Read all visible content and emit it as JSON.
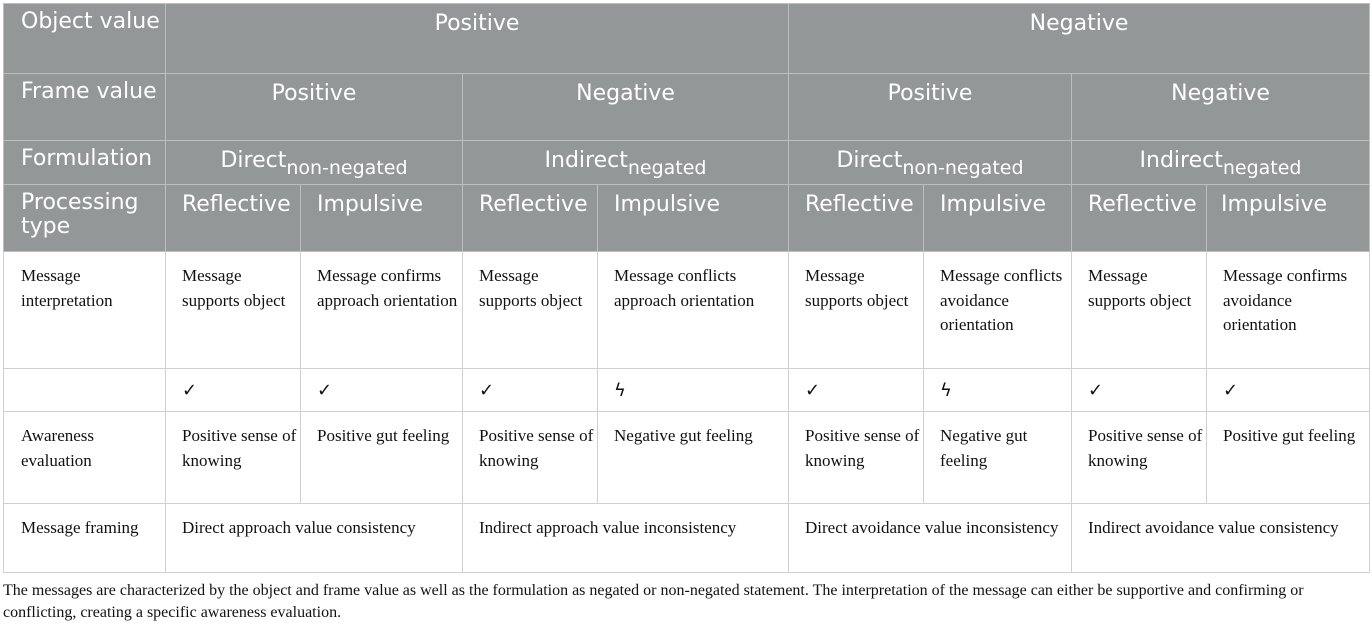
{
  "headers": {
    "object_value": {
      "label": "Object value",
      "positive": "Positive",
      "negative": "Negative"
    },
    "frame_value": {
      "label": "Frame value",
      "pos_pos": "Positive",
      "pos_neg": "Negative",
      "neg_pos": "Positive",
      "neg_neg": "Negative"
    },
    "formulation": {
      "label": "Formulation",
      "c1_main": "Direct",
      "c1_sub": "non-negated",
      "c2_main": "Indirect",
      "c2_sub": "negated",
      "c3_main": "Direct",
      "c3_sub": "non-negated",
      "c4_main": "Indirect",
      "c4_sub": "negated"
    },
    "processing_type": {
      "label": "Processing type",
      "types": [
        "Reflective",
        "Impulsive",
        "Reflective",
        "Impulsive",
        "Reflective",
        "Impulsive",
        "Reflective",
        "Impulsive"
      ]
    }
  },
  "rows": {
    "interpretation": {
      "label": "Message interpretation",
      "cells": [
        "Message supports object",
        "Message confirms approach orientation",
        "Message supports object",
        "Message conflicts approach orientation",
        "Message supports object",
        "Message conflicts avoidance orientation",
        "Message supports object",
        "Message confirms avoidance orientation"
      ]
    },
    "marks": {
      "label": "",
      "cells": [
        "✓",
        "✓",
        "✓",
        "ϟ",
        "✓",
        "ϟ",
        "✓",
        "✓"
      ]
    },
    "awareness": {
      "label": "Awareness evaluation",
      "cells": [
        "Positive sense of knowing",
        "Positive gut feeling",
        "Positive sense of knowing",
        "Negative gut feeling",
        "Positive sense of knowing",
        "Negative gut feeling",
        "Positive sense of knowing",
        "Positive gut feeling"
      ]
    },
    "framing": {
      "label": "Message framing",
      "cells": [
        "Direct approach value consistency",
        "Indirect approach value inconsistency",
        "Direct avoidance value inconsistency",
        "Indirect avoidance value consistency"
      ]
    }
  },
  "footnote": "The messages are characterized by the object and frame value as well as the formulation as negated or non-negated statement. The interpretation of the message can either be supportive and confirming or conflicting, creating a specific awareness evaluation."
}
